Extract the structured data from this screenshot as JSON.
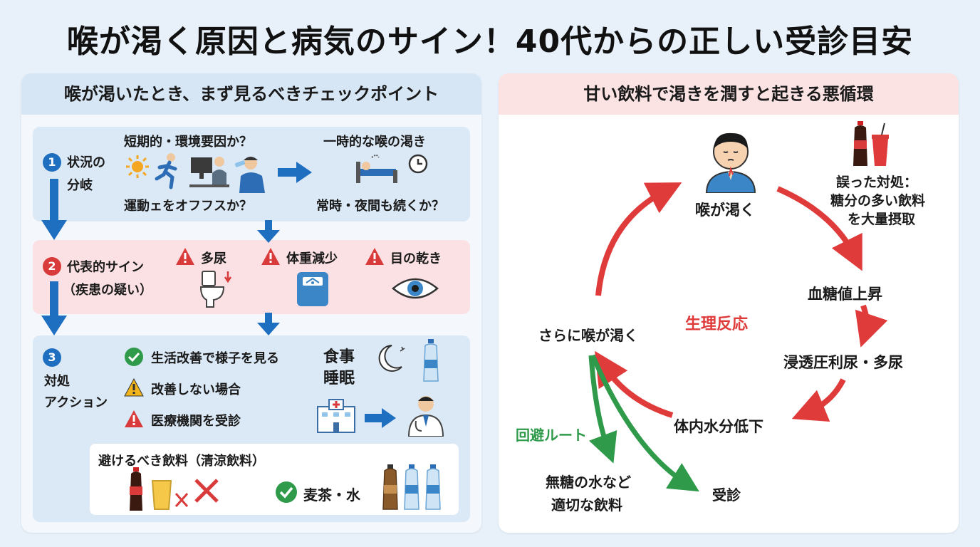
{
  "title": "喉が渇く原因と病気のサイン！40代からの正しい受診目安",
  "left": {
    "heading": "喉が渇いたとき、まず見るべきチェックポイント",
    "step1": {
      "num": "1",
      "label_line1": "状況の",
      "label_line2": "分岐",
      "question_top": "短期的・環境要因か？",
      "question_bottom": "運動ェをオフフスか？",
      "result_top": "一時的な喉の渇き",
      "result_bottom": "常時・夜間も続くか？"
    },
    "step2": {
      "num": "2",
      "label_line1": "代表的サイン",
      "label_line2": "（疾患の疑い）",
      "signs": [
        "多尿",
        "体重減少",
        "目の乾き"
      ]
    },
    "step3": {
      "num": "3",
      "label_line1": "対処",
      "label_line2": "アクション",
      "actions": [
        "生活改善で様子を見る",
        "改善しない場合",
        "医療機関を受診"
      ],
      "lifestyle_line1": "食事",
      "lifestyle_line2": "睡眠"
    },
    "avoid": {
      "title": "避けるべき飲料（清涼飲料）",
      "ok_label": "麦茶・水"
    }
  },
  "right": {
    "heading": "甘い飲料で渇きを潤すと起きる悪循環",
    "center_label": "生理反応",
    "nodes": {
      "thirst": "喉が渇く",
      "wrong_line1": "誤った対処：",
      "wrong_line2": "糖分の多い飲料",
      "wrong_line3": "を大量摂取",
      "sugar": "血糖値上昇",
      "osmotic": "浸透圧利尿・多尿",
      "dehydration": "体内水分低下",
      "more_thirst": "さらに喉が渇く"
    },
    "escape_label": "回避ルート",
    "escape_water_line1": "無糖の水など",
    "escape_water_line2": "適切な飲料",
    "escape_visit": "受診"
  },
  "colors": {
    "blue": "#1f6fc0",
    "red": "#d93a3a",
    "green": "#2e9a4a",
    "warn_yellow": "#f2b41c"
  }
}
